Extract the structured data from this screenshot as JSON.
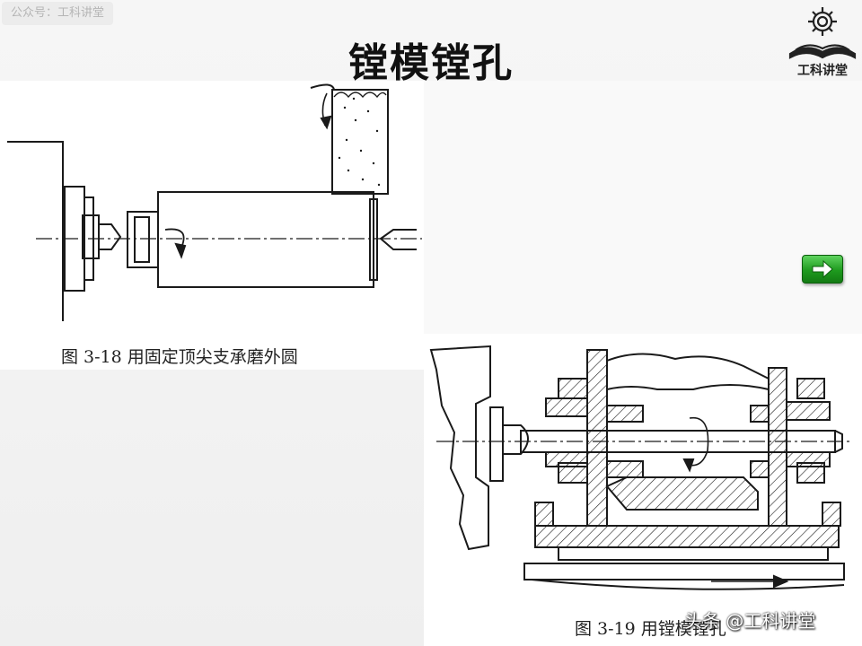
{
  "watermark": "公众号：工科讲堂",
  "title": "镗模镗孔",
  "logo": {
    "text": "工科讲堂",
    "icon": "gear-book-icon"
  },
  "figure1": {
    "caption": "图 3-18   用固定顶尖支承磨外圆"
  },
  "figure2": {
    "caption": "图 3-19   用镗模镗孔"
  },
  "navigation": {
    "next_icon": "arrow-right-icon",
    "accent": "#1e9a1e"
  },
  "footer_watermark": "头条 @工科讲堂"
}
